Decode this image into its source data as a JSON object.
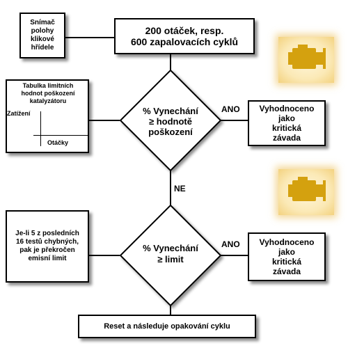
{
  "crank_sensor": {
    "label": "Snímač\npolohy\nklikové\nhřídele"
  },
  "cycles_box": {
    "label": "200 otáček, resp.\n600 zapalovacích cyklů"
  },
  "catalyst_table": {
    "title": "Tabulka limitních\nhodnot poškození\nkatalyzátoru",
    "y_label": "Zatížení",
    "x_label": "Otáčky"
  },
  "decision_damage": {
    "label": "% Vynechání\n≥ hodnotě\npoškození"
  },
  "decision_limit": {
    "label": "% Vynechání\n≥ limit"
  },
  "ano_1": "ANO",
  "ano_2": "ANO",
  "ne": "NE",
  "critical_1": {
    "label": "Vyhodnoceno\njako\nkritická\nzávada"
  },
  "critical_2": {
    "label": "Vyhodnoceno\njako\nkritická\nzávada"
  },
  "emission_note": {
    "label": "Je-li 5 z posledních\n16 testů chybných,\npak je překročen\nemisní limit"
  },
  "reset_box": {
    "label": "Reset a následuje opakování cyklu"
  },
  "icons": {
    "engine": "engine-warning-icon",
    "engine_color": "#d4a10f"
  }
}
